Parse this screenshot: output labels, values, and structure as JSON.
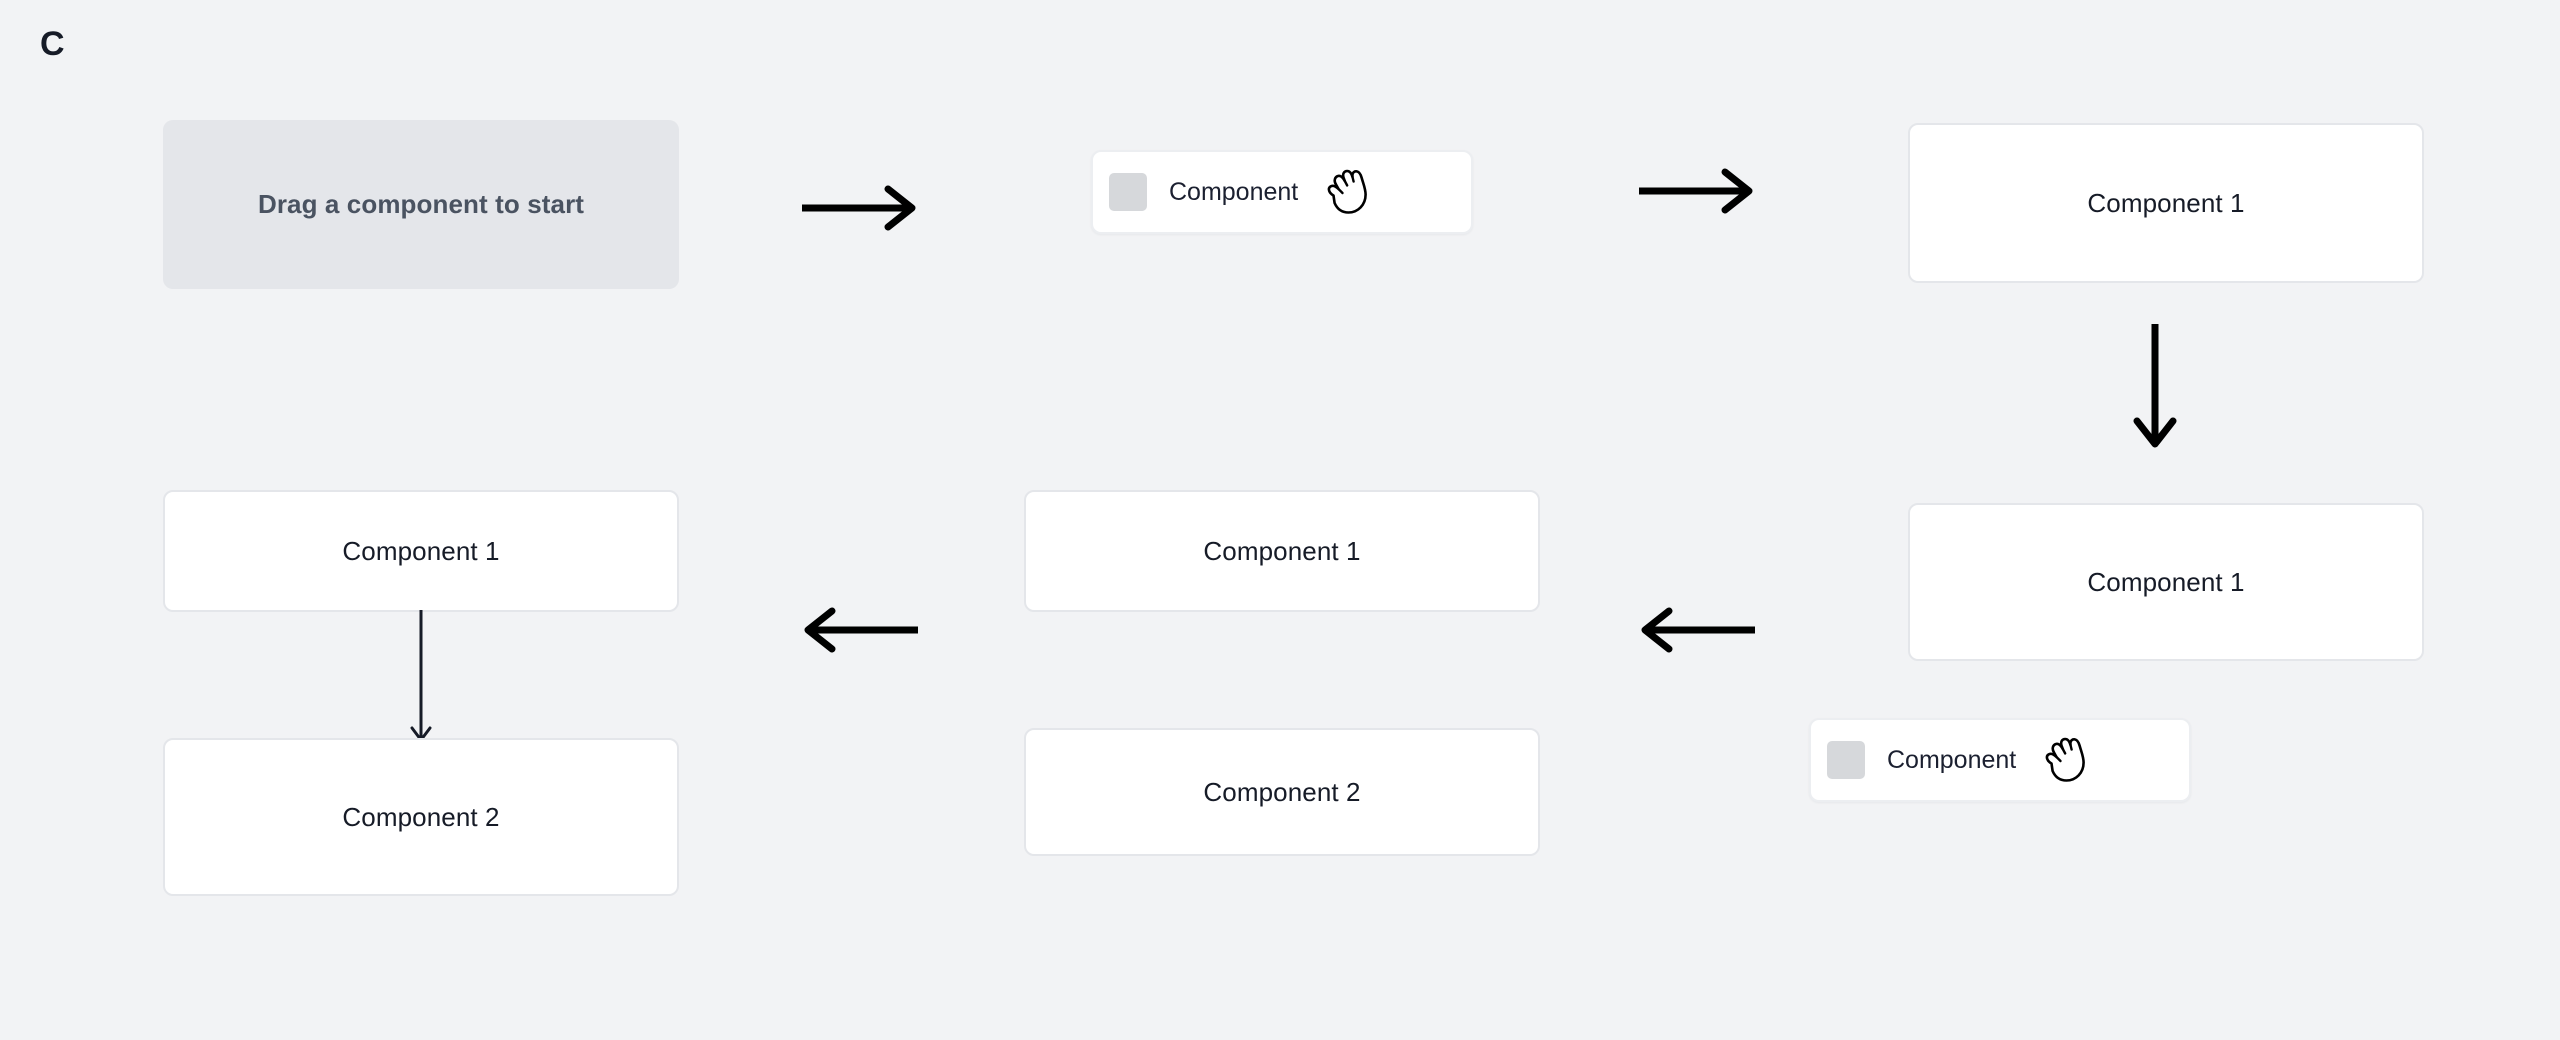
{
  "panel": {
    "label": "C",
    "background_color": "#f2f3f5"
  },
  "colors": {
    "page_background": "#f2f3f5",
    "card_background": "#ffffff",
    "card_border": "#e4e6ea",
    "dropzone_background": "#e4e6ea",
    "dropzone_text": "#4a5361",
    "card_text": "#161b27",
    "arrow": "#000000",
    "connector": "#161b27",
    "chip_thumbnail": "#d6d8db"
  },
  "dropzone": {
    "text": "Drag a component to start"
  },
  "chips": [
    {
      "label": "Component",
      "thumbnail_icon": "component-thumbnail-icon",
      "cursor_icon": "grabbing-hand-cursor-icon"
    },
    {
      "label": "Component",
      "thumbnail_icon": "component-thumbnail-icon",
      "cursor_icon": "grabbing-hand-cursor-icon"
    }
  ],
  "cards": {
    "step3": {
      "label": "Component 1"
    },
    "step4": {
      "label": "Component 1"
    },
    "step5_top": {
      "label": "Component 1"
    },
    "step5_bottom": {
      "label": "Component 2"
    },
    "step6_top": {
      "label": "Component 1"
    },
    "step6_bottom": {
      "label": "Component 2"
    }
  },
  "arrows": [
    {
      "name": "arrow-right-top-1",
      "direction": "right"
    },
    {
      "name": "arrow-right-top-2",
      "direction": "right"
    },
    {
      "name": "arrow-down-right",
      "direction": "down"
    },
    {
      "name": "arrow-left-bottom-1",
      "direction": "left"
    },
    {
      "name": "arrow-left-bottom-2",
      "direction": "left"
    }
  ],
  "connectors": [
    {
      "name": "connector-component1-to-component2",
      "direction": "down"
    }
  ]
}
